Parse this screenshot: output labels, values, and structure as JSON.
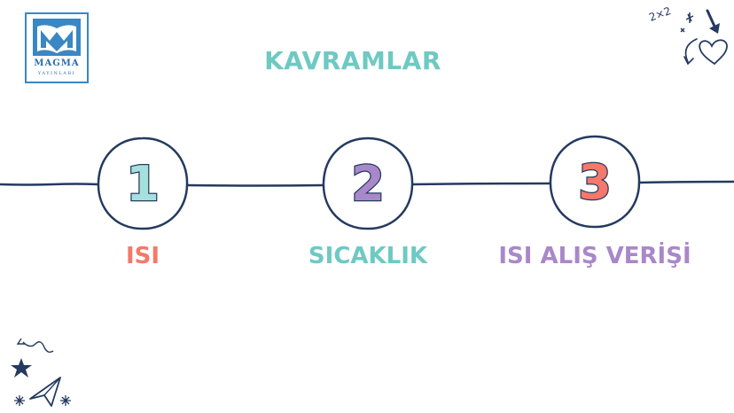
{
  "logo": {
    "name": "MAGMA",
    "subtitle": "YAYINLARI"
  },
  "title": "KAVRAMLAR",
  "steps": [
    {
      "number": "1",
      "label": "ISI",
      "number_color": "#a6e0dc",
      "label_color": "#f4796b"
    },
    {
      "number": "2",
      "label": "SICAKLIK",
      "number_color": "#a988c9",
      "label_color": "#6ec9c3"
    },
    {
      "number": "3",
      "label": "ISI ALIŞ VERİŞİ",
      "number_color": "#f4796b",
      "label_color": "#a988c9"
    }
  ],
  "colors": {
    "title": "#6ec9c3",
    "line": "#243a5e",
    "logo_blue": "#3a87c3"
  },
  "decorations": {
    "top_right_text": "2×2",
    "icons": [
      "arrow-down-icon",
      "heart-icon",
      "star-icon",
      "paper-plane-icon"
    ]
  }
}
